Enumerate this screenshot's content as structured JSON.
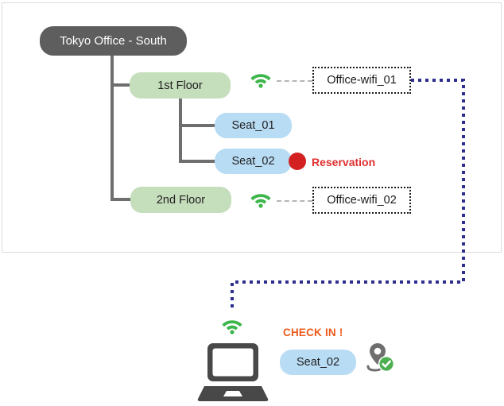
{
  "diagram": {
    "title_node": {
      "label": "Tokyo Office - South",
      "color": "#5e5e5e"
    },
    "floors": [
      {
        "label": "1st Floor",
        "color": "#c5debb"
      },
      {
        "label": "2nd Floor",
        "color": "#c5debb"
      }
    ],
    "seats": [
      {
        "label": "Seat_01",
        "color": "#b9dcf5",
        "status": null
      },
      {
        "label": "Seat_02",
        "color": "#b9dcf5",
        "status": "Reservation"
      }
    ],
    "status": {
      "reservation_label": "Reservation",
      "reservation_color": "#e03030",
      "dot_color": "#d32020"
    },
    "wifi_networks": [
      {
        "label": "Office-wifi_01",
        "icon": "wifi-icon",
        "icon_color": "#3cb54a"
      },
      {
        "label": "Office-wifi_02",
        "icon": "wifi-icon",
        "icon_color": "#3cb54a"
      }
    ],
    "flow": {
      "color": "#2e2e8f",
      "style": "dotted"
    }
  },
  "client": {
    "device_icon": "laptop-icon",
    "device_color": "#484848",
    "wifi_icon": "wifi-icon",
    "wifi_color": "#3cb54a",
    "checkin_label": "CHECK IN !",
    "checkin_color": "#ec5b1c",
    "seat_label": "Seat_02",
    "seat_color": "#b9dcf5",
    "pin_icon": "location-pin-check-icon",
    "pin_color": "#6e6e6e",
    "check_badge_color": "#4caf50"
  }
}
